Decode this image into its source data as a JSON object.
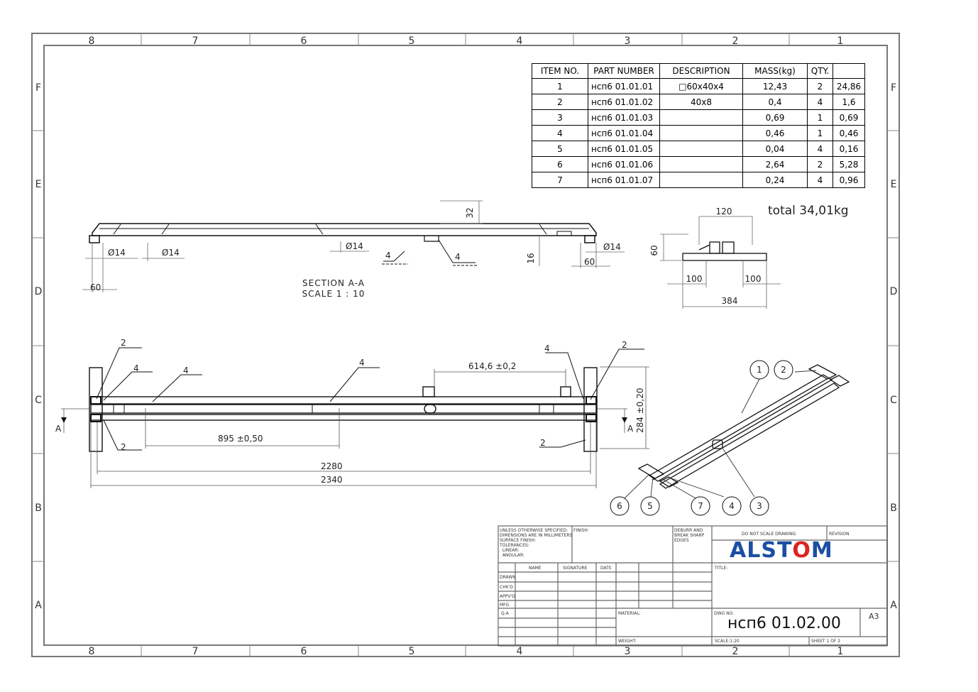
{
  "zones": {
    "columns": [
      "8",
      "7",
      "6",
      "5",
      "4",
      "3",
      "2",
      "1"
    ],
    "rows": [
      "F",
      "E",
      "D",
      "C",
      "B",
      "A"
    ]
  },
  "bom": {
    "headers": [
      "ITEM NO.",
      "PART NUMBER",
      "DESCRIPTION",
      "MASS(kg)",
      "QTY.",
      ""
    ],
    "rows": [
      [
        "1",
        "нсп6 01.01.01",
        "□60x40x4",
        "12,43",
        "2",
        "24,86"
      ],
      [
        "2",
        "нсп6 01.01.02",
        "40x8",
        "0,4",
        "4",
        "1,6"
      ],
      [
        "3",
        "нсп6 01.01.03",
        "",
        "0,69",
        "1",
        "0,69"
      ],
      [
        "4",
        "нсп6 01.01.04",
        "",
        "0,46",
        "1",
        "0,46"
      ],
      [
        "5",
        "нсп6 01.01.05",
        "",
        "0,04",
        "4",
        "0,16"
      ],
      [
        "6",
        "нсп6 01.01.06",
        "",
        "2,64",
        "2",
        "5,28"
      ],
      [
        "7",
        "нсп6 01.01.07",
        "",
        "0,24",
        "4",
        "0,96"
      ]
    ]
  },
  "total": "total 34,01kg",
  "section": {
    "title": "SECTION A-A",
    "scale": "SCALE 1 : 10"
  },
  "dimensions": {
    "side": [
      "32",
      "16",
      "60",
      "Ø14",
      "Ø14",
      "Ø14",
      "Ø14",
      "60"
    ],
    "end": [
      "120",
      "60",
      "100",
      "100",
      "384"
    ],
    "plan": [
      "614,6 ±0,2",
      "284 ±0,20",
      "895 ±0,50",
      "2280",
      "2340"
    ],
    "welds": [
      "4",
      "4",
      "2",
      "4",
      "4",
      "4",
      "4",
      "2",
      "2",
      "2"
    ],
    "section_marks": [
      "A",
      "A"
    ]
  },
  "balloons": [
    "1",
    "2",
    "6",
    "5",
    "7",
    "4",
    "3"
  ],
  "title_block": {
    "unless": "UNLESS OTHERWISE SPECIFIED:\nDIMENSIONS ARE IN MILLIMETERS\nSURFACE FINISH:\nTOLERANCES:\n  LINEAR:\n  ANGULAR:",
    "finish": "FINISH:",
    "deburr": "DEBURR AND\nBREAK SHARP\nEDGES",
    "do_not_scale": "DO NOT SCALE DRAWING",
    "revision": "REVISION",
    "logo_pre": "ALST",
    "logo_o": "O",
    "logo_post": "M",
    "name": "NAME",
    "signature": "SIGNATURE",
    "date": "DATE",
    "title": "TITLE:",
    "draw": "DRAWN",
    "chkd": "CHK'D",
    "appvd": "APPV'D",
    "mfg": "MFG",
    "qa": "Q.A",
    "material": "MATERIAL:",
    "dwg_no_label": "DWG NO.",
    "dwg_no": "нсп6 01.02.00",
    "size": "A3",
    "weight": "WEIGHT:",
    "scale": "SCALE:1:20",
    "sheet": "SHEET 1 OF 2"
  }
}
